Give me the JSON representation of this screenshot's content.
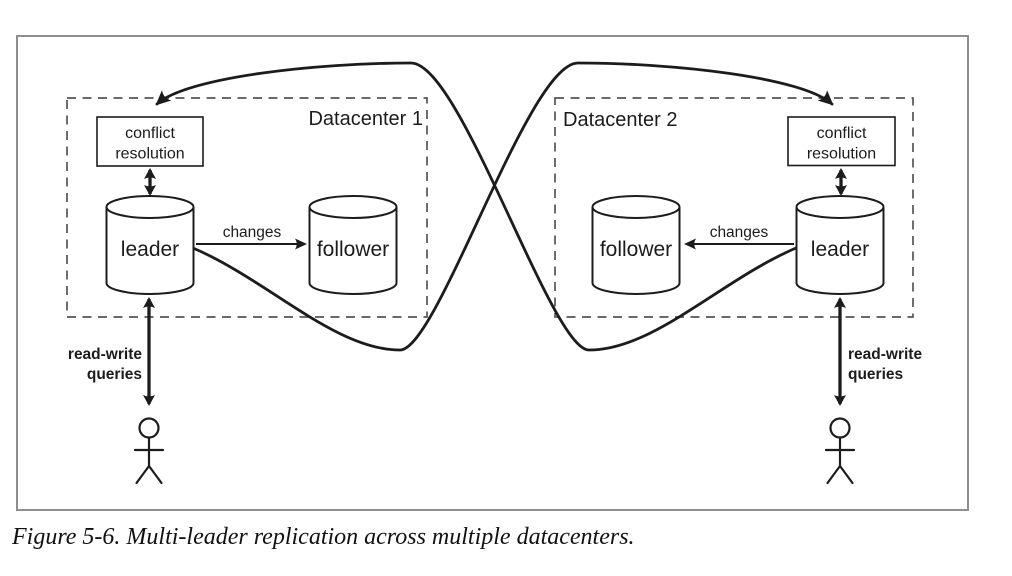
{
  "caption": "Figure 5-6. Multi-leader replication across multiple datacenters.",
  "datacenters": [
    {
      "title": "Datacenter 1",
      "conflict_resolution_line1": "conflict",
      "conflict_resolution_line2": "resolution",
      "leader_label": "leader",
      "follower_label": "follower",
      "changes_label": "changes",
      "queries_line1": "read-write",
      "queries_line2": "queries"
    },
    {
      "title": "Datacenter 2",
      "conflict_resolution_line1": "conflict",
      "conflict_resolution_line2": "resolution",
      "leader_label": "leader",
      "follower_label": "follower",
      "changes_label": "changes",
      "queries_line1": "read-write",
      "queries_line2": "queries"
    }
  ],
  "icons": {
    "database": "database-cylinder-icon",
    "client": "person-stick-figure-icon",
    "replication": "curved-replication-arrow-icon",
    "sync": "double-headed-arrow-icon"
  },
  "colors": {
    "ink": "#1c1c1c",
    "frame": "#8e8e8e",
    "dash": "#555555",
    "background": "#ffffff"
  }
}
